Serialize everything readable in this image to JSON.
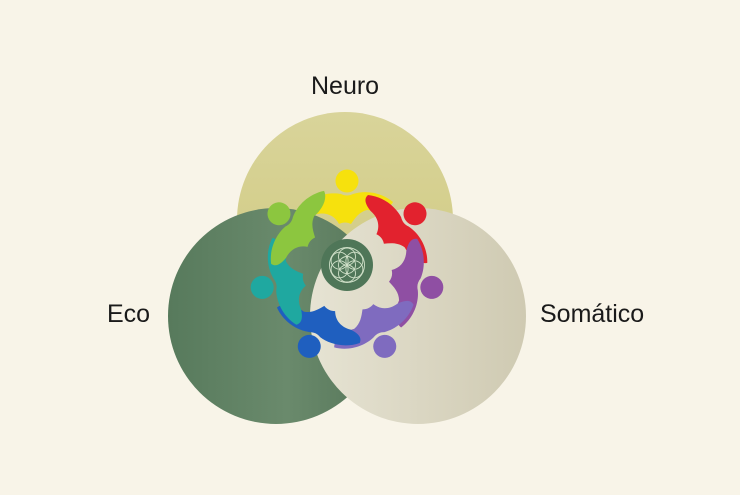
{
  "labels": {
    "top": "Neuro",
    "left": "Eco",
    "right": "Somático"
  },
  "colors": {
    "background": "#f8f4e8",
    "circle_top": "#d6d08c",
    "circle_left": "#5e7e62",
    "circle_right": "#dcd8c6",
    "center_badge": "#4f7658",
    "figures": [
      "#f6e10d",
      "#e2222e",
      "#8f4fa3",
      "#7f6bbf",
      "#1f5fbf",
      "#1fa8a0",
      "#8cc63f"
    ]
  },
  "icons": {
    "figures": "people-circle-icon",
    "center": "flower-of-life-icon"
  }
}
